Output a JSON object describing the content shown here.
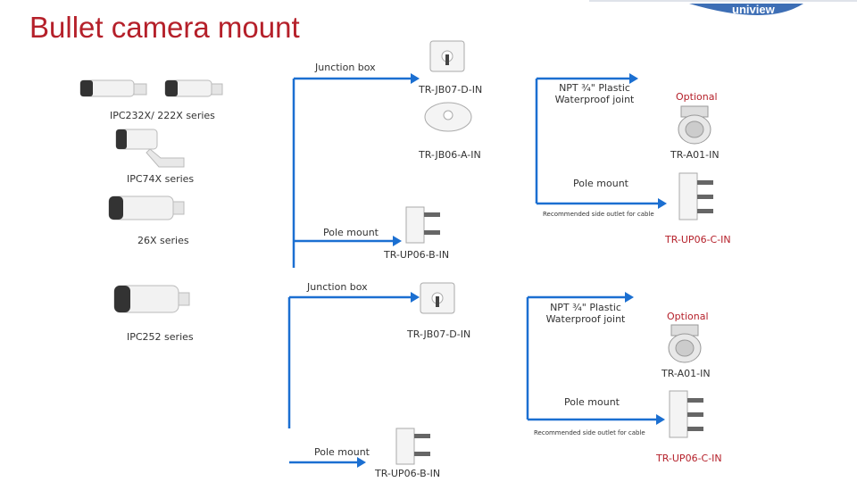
{
  "title": "Bullet camera mount",
  "brand": "uniview",
  "colors": {
    "accent": "#b5202a",
    "connector": "#1b6fd1",
    "brand_bar": "#3d6eb5"
  },
  "upper": {
    "junction_box_label": "Junction box",
    "jb07_model": "TR-JB07-D-IN",
    "jb06_model": "TR-JB06-A-IN",
    "npt_label": "NPT ¾\" Plastic Waterproof joint",
    "optional_label": "Optional",
    "a01_model": "TR-A01-IN",
    "pole_mount_label_right": "Pole mount",
    "recommended_label": "Recommended side outlet for cable",
    "up06c_model": "TR-UP06-C-IN",
    "pole_mount_label_left": "Pole mount",
    "up06b_model": "TR-UP06-B-IN",
    "cameras": [
      {
        "series": "IPC232X/ 222X series"
      },
      {
        "series": "IPC74X series"
      },
      {
        "series": "26X series"
      }
    ]
  },
  "lower": {
    "junction_box_label": "Junction box",
    "jb07_model": "TR-JB07-D-IN",
    "npt_label": "NPT ¾\" Plastic Waterproof joint",
    "optional_label": "Optional",
    "a01_model": "TR-A01-IN",
    "pole_mount_label_right": "Pole mount",
    "recommended_label": "Recommended side outlet for cable",
    "up06c_model": "TR-UP06-C-IN",
    "pole_mount_label_left": "Pole mount",
    "up06b_model": "TR-UP06-B-IN",
    "camera_series": "IPC252 series"
  }
}
